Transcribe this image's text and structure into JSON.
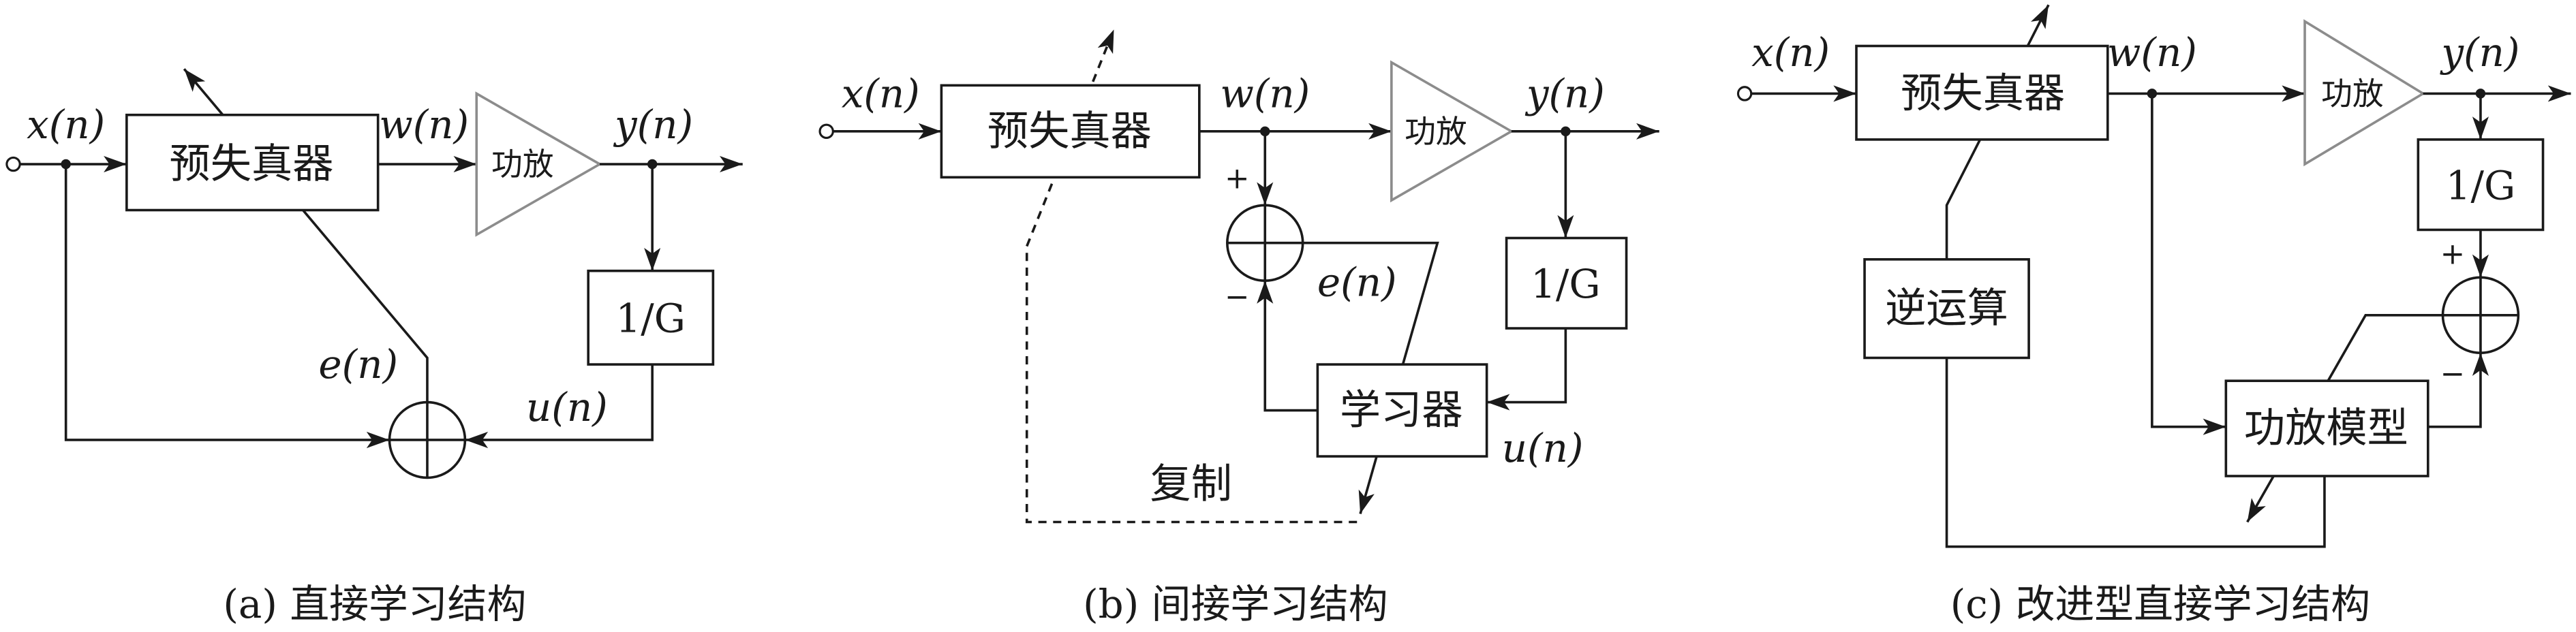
{
  "colors": {
    "line": "#1a1a1a",
    "amplifier_outline": "#8c8c8c",
    "background": "#ffffff"
  },
  "panel_a": {
    "caption": "(a) 直接学习结构",
    "predistorter": "预失真器",
    "power_amp": "功放",
    "gain_block": "1/G",
    "signal_x": "x(n)",
    "signal_w": "w(n)",
    "signal_y": "y(n)",
    "signal_e": "e(n)",
    "signal_u": "u(n)"
  },
  "panel_b": {
    "caption": "(b) 间接学习结构",
    "predistorter": "预失真器",
    "power_amp": "功放",
    "gain_block": "1/G",
    "learner": "学习器",
    "copy_label": "复制",
    "signal_x": "x(n)",
    "signal_w": "w(n)",
    "signal_y": "y(n)",
    "signal_e": "e(n)",
    "signal_u": "u(n)",
    "plus_sign": "+",
    "minus_sign": "−"
  },
  "panel_c": {
    "caption": "(c) 改进型直接学习结构",
    "predistorter": "预失真器",
    "power_amp": "功放",
    "gain_block": "1/G",
    "inverse_op": "逆运算",
    "pa_model": "功放模型",
    "signal_x": "x(n)",
    "signal_w": "w(n)",
    "signal_y": "y(n)",
    "plus_sign": "+",
    "minus_sign": "−"
  }
}
